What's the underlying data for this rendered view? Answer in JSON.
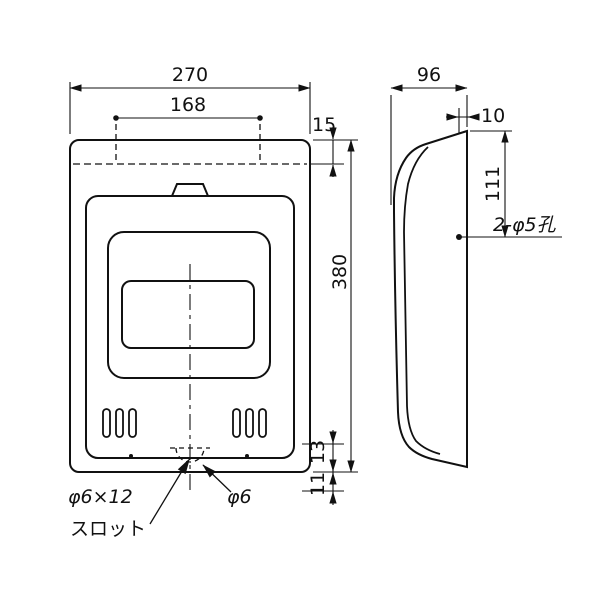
{
  "drawing": {
    "front_view": {
      "dim_width": "270",
      "dim_flap_width": "168",
      "dim_flap_height": "15",
      "dim_height": "380",
      "dim_slot_offset": "13",
      "dim_bottom_margin": "11",
      "label_slot_size": "φ6×12",
      "label_slot_name": "スロット",
      "label_slot_dia": "φ6"
    },
    "side_view": {
      "dim_depth": "96",
      "dim_hole_inset": "10",
      "dim_hole_drop": "111",
      "label_mount_holes": "2-φ5孔"
    },
    "colors": {
      "line": "#111111",
      "background": "#ffffff"
    }
  }
}
